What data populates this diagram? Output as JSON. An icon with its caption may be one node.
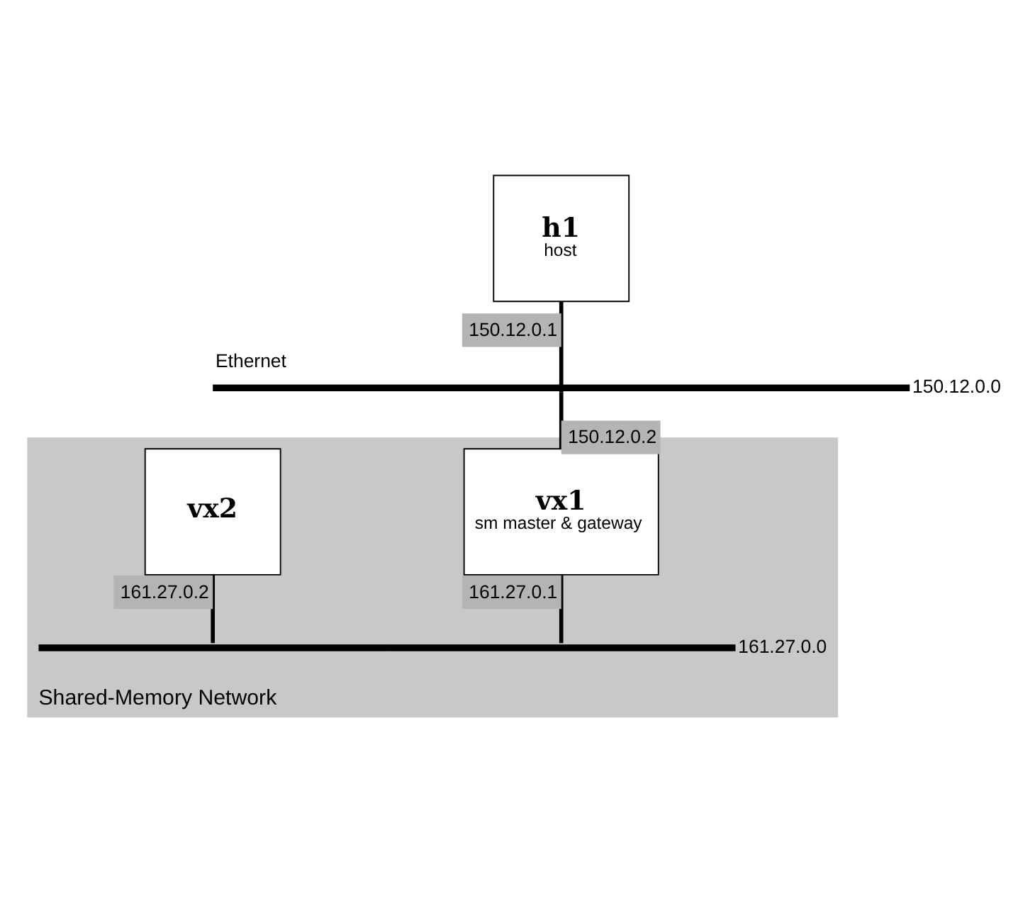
{
  "diagram": {
    "nodes": [
      {
        "text": [
          "h1",
          "host"
        ]
      },
      {
        "text": [
          "Ethernet"
        ],
        "beside": [
          "150.12.0.0"
        ]
      },
      {
        "text": [
          "Shared-Memory Network"
        ]
      },
      {
        "text": [
          "vx2"
        ],
        "in": 2
      },
      {
        "text": [
          "vx1",
          "sm master & gateway"
        ],
        "in": 2
      },
      {
        "text": [],
        "shape": "bar",
        "beside": [
          "161.27.0.0"
        ],
        "in": 2
      }
    ],
    "edges": [
      {
        "from": 0,
        "to": 1,
        "arrow": "none",
        "label": "150.12.0.1"
      },
      {
        "from": 1,
        "to": 4,
        "arrow": "none",
        "label": "150.12.0.2"
      },
      {
        "from": 3,
        "to": 5,
        "arrow": "none",
        "label": "161.27.0.2"
      },
      {
        "from": 4,
        "to": 5,
        "arrow": "none",
        "label": "161.27.0.1"
      }
    ]
  }
}
